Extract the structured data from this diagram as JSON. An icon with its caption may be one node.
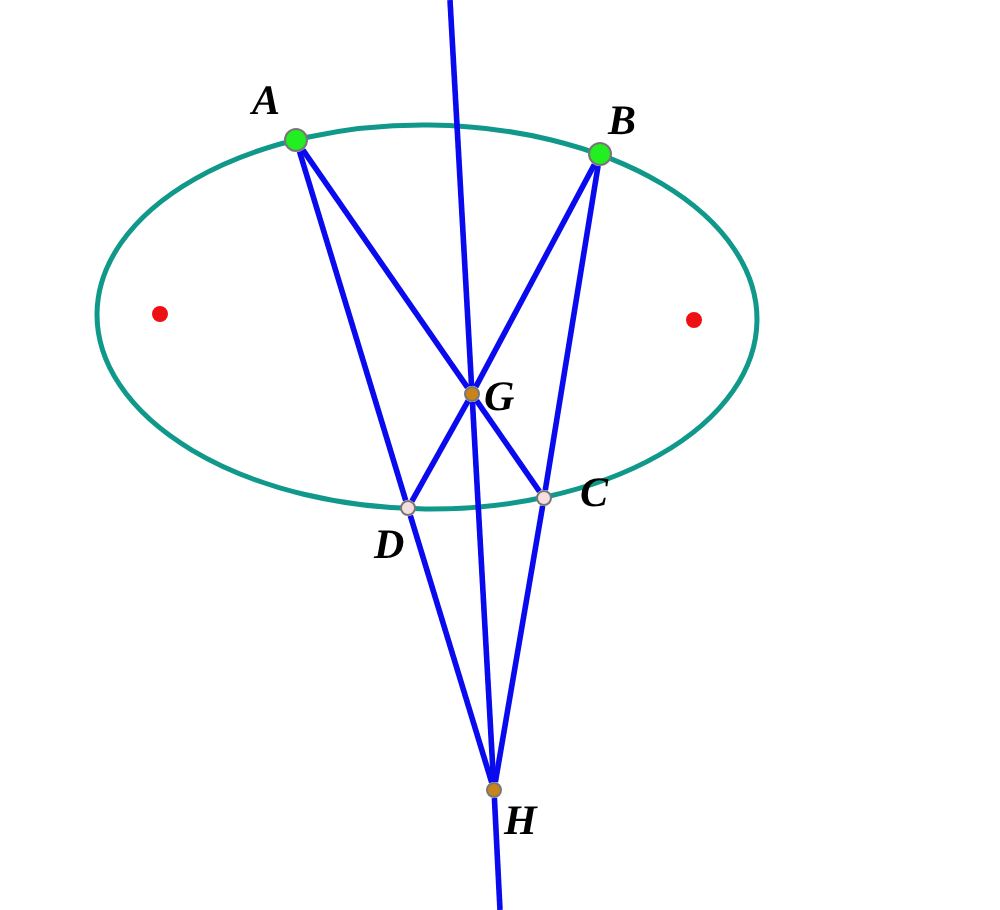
{
  "diagram": {
    "nodes": [
      {
        "text": [
          "A"
        ]
      },
      {
        "text": [
          "B"
        ]
      },
      {
        "text": [],
        "shape": "circle"
      },
      {
        "text": [
          "G"
        ]
      },
      {
        "text": [],
        "shape": "circle"
      },
      {
        "text": [
          "D"
        ]
      },
      {
        "text": [
          "C"
        ]
      },
      {
        "text": [
          "H"
        ]
      }
    ],
    "edges": [
      {
        "from": 0,
        "to": 3,
        "arrow": "none"
      },
      {
        "from": 3,
        "to": 6,
        "arrow": "none"
      },
      {
        "from": 1,
        "to": 3,
        "arrow": "none"
      },
      {
        "from": 3,
        "to": 5,
        "arrow": "none"
      },
      {
        "from": 0,
        "to": 5,
        "arrow": "none"
      },
      {
        "from": 1,
        "to": 6,
        "arrow": "none"
      },
      {
        "from": 5,
        "to": 7,
        "arrow": "none"
      },
      {
        "from": 6,
        "to": 7,
        "arrow": "none"
      },
      {
        "from": null,
        "to": 3,
        "arrow": "none"
      },
      {
        "from": 3,
        "to": 7,
        "arrow": "none"
      },
      {
        "from": 7,
        "to": null,
        "arrow": "none"
      }
    ]
  }
}
